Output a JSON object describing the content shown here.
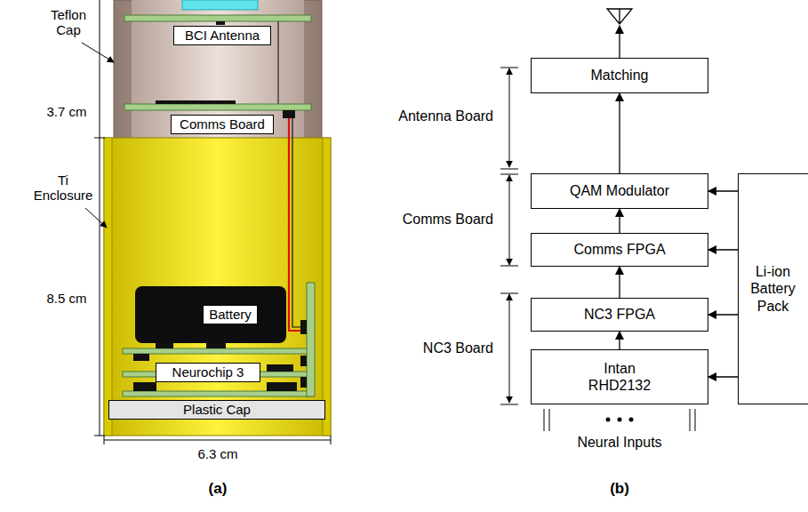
{
  "diagram": {
    "nodes": [
      {
        "text": [
          "BCI Antenna"
        ]
      },
      {
        "text": [
          "Comms Board"
        ]
      },
      {
        "text": [
          "Battery"
        ]
      },
      {
        "text": [
          "Neurochip 3"
        ]
      },
      {
        "text": [
          "Plastic Cap"
        ]
      },
      {
        "text": [
          "Matching"
        ]
      },
      {
        "text": [
          "QAM Modulator"
        ]
      },
      {
        "text": [
          "Comms FPGA"
        ]
      },
      {
        "text": [
          "NC3 FPGA"
        ]
      },
      {
        "text": [
          "Intan RHD2132"
        ]
      },
      {
        "text": [
          "Li-ion Battery Pack"
        ]
      }
    ],
    "edges": [
      {
        "from": 9,
        "to": 8,
        "arrow": "to"
      },
      {
        "from": 8,
        "to": 7,
        "arrow": "to"
      },
      {
        "from": 7,
        "to": 6,
        "arrow": "to"
      },
      {
        "from": 6,
        "to": 5,
        "arrow": "to"
      },
      {
        "from": 10,
        "to": 6,
        "arrow": "to"
      },
      {
        "from": 10,
        "to": 7,
        "arrow": "to"
      },
      {
        "from": 10,
        "to": 8,
        "arrow": "to"
      },
      {
        "from": 10,
        "to": 9,
        "arrow": "to"
      }
    ],
    "labels": [
      "Teflon Cap",
      "3.7 cm",
      "Ti Enclosure",
      "8.5 cm",
      "6.3 cm",
      "(a)",
      "Antenna Board",
      "Comms Board",
      "NC3 Board",
      "Neural Inputs",
      "(b)"
    ]
  }
}
